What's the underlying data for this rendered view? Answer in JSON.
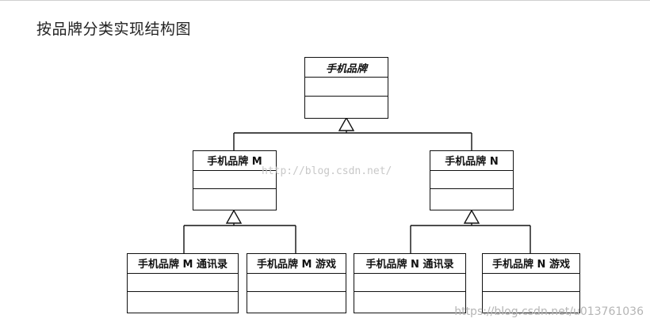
{
  "title": "按品牌分类实现结构图",
  "classes": {
    "root": "手机品牌",
    "brand_m": "手机品牌 M",
    "brand_n": "手机品牌 N",
    "m_contacts": "手机品牌 M 通讯录",
    "m_game": "手机品牌 M 游戏",
    "n_contacts": "手机品牌 N 通讯录",
    "n_game": "手机品牌 N 游戏"
  },
  "watermarks": {
    "center": "http://blog.csdn.net/",
    "bottom": "https://blog.csdn.net/u013761036"
  },
  "colors": {
    "line": "#111111",
    "watermark": "#c8c8c8"
  }
}
